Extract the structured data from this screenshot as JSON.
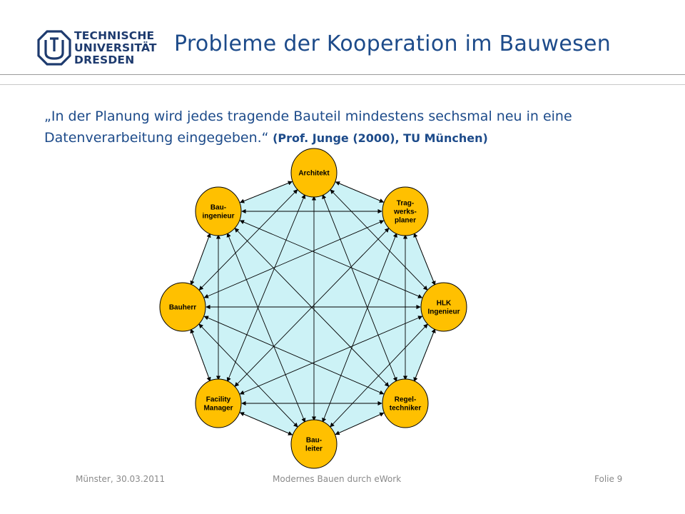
{
  "header": {
    "logo_lines": [
      "TECHNISCHE",
      "UNIVERSITÄT",
      "DRESDEN"
    ],
    "title": "Probleme der Kooperation im Bauwesen"
  },
  "quote": {
    "text": "„In der Planung wird jedes tragende Bauteil  mindestens sechsmal neu in eine Datenverarbeitung eingegeben.“",
    "citation": " (Prof. Junge (2000), TU München)"
  },
  "diagram": {
    "background_color": "#ccf2f6",
    "node_color": "#ffc000",
    "nodes": [
      {
        "id": "architekt",
        "label": [
          "Architekt"
        ]
      },
      {
        "id": "tragwerksplaner",
        "label": [
          "Trag-",
          "werks-",
          "planer"
        ]
      },
      {
        "id": "hlk-ingenieur",
        "label": [
          "HLK",
          "Ingenieur"
        ]
      },
      {
        "id": "regeltechniker",
        "label": [
          "Regel-",
          "techniker"
        ]
      },
      {
        "id": "bauleiter",
        "label": [
          "Bau-",
          "leiter"
        ]
      },
      {
        "id": "facility-manager",
        "label": [
          "Facility",
          "Manager"
        ]
      },
      {
        "id": "bauherr",
        "label": [
          "Bauherr"
        ]
      },
      {
        "id": "bauingenieur",
        "label": [
          "Bau-",
          "ingenieur"
        ]
      }
    ]
  },
  "footer": {
    "location_date": "Münster, 30.03.2011",
    "event": "Modernes Bauen durch eWork",
    "slide": "Folie 9"
  }
}
